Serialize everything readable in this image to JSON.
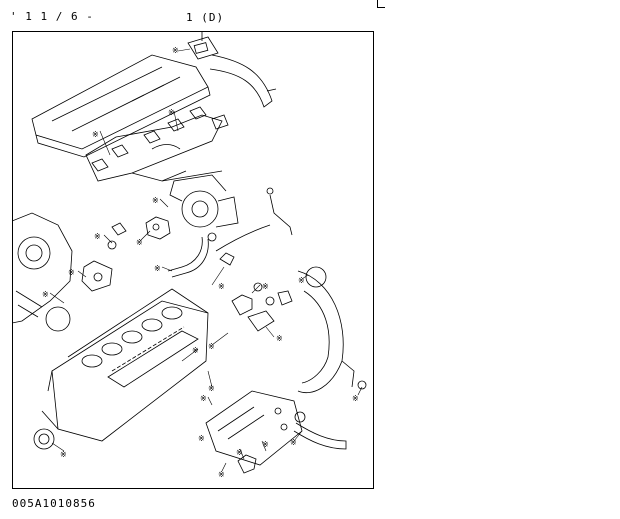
{
  "header": {
    "page_ref": "' 1 1 / 6 -",
    "kit_label": "1 (D)"
  },
  "footer": {
    "drawing_code": "005A1010856"
  },
  "legend": {
    "marker": "※"
  }
}
